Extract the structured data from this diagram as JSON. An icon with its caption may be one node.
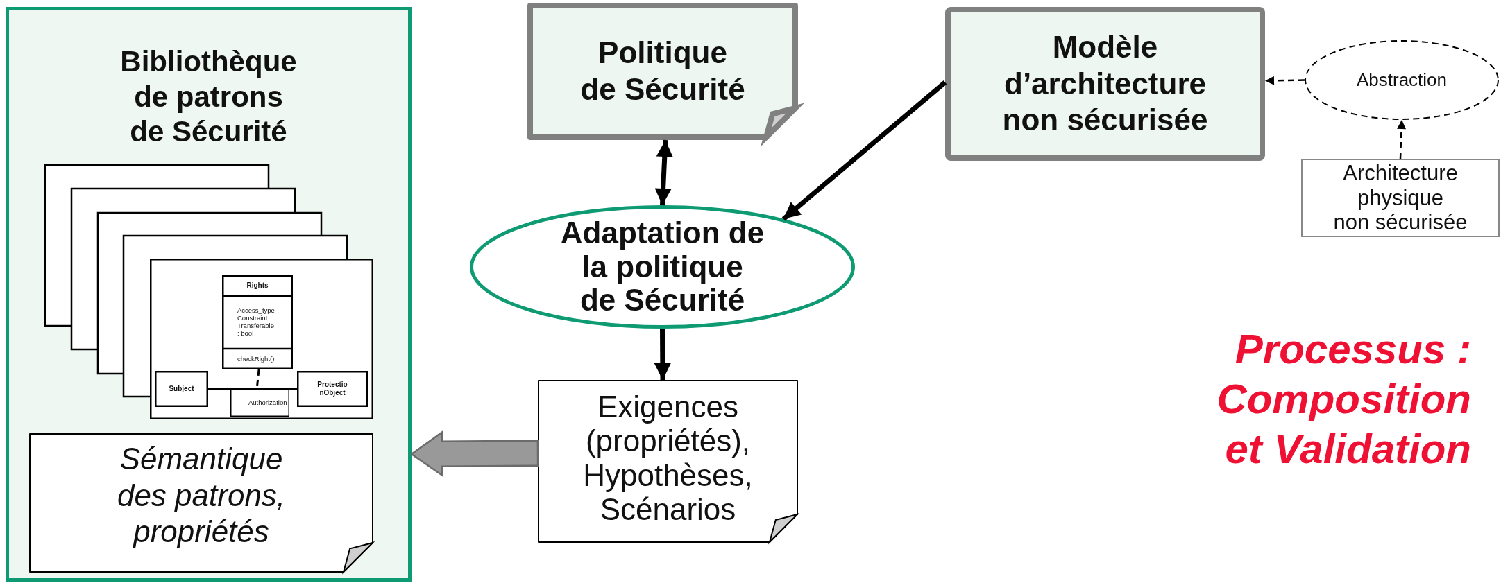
{
  "diagram": {
    "nodes": [
      {
        "text": [
          "Bibliothèque de patrons de Sécurité"
        ]
      },
      {
        "text": [],
        "shape": "box",
        "in": 0
      },
      {
        "text": [
          "Rights",
          "Access_type Constraint Transferable : bool",
          "checkRight()"
        ],
        "in": 1
      },
      {
        "text": [
          "Subject"
        ],
        "in": 1
      },
      {
        "text": [
          "ProtectionObject"
        ],
        "in": 1
      },
      {
        "text": [
          "Authorization"
        ],
        "in": 1
      },
      {
        "text": [
          "Sémantique des patrons, propriétés"
        ],
        "in": 0
      },
      {
        "text": [
          "Politique de Sécurité"
        ]
      },
      {
        "text": [
          "Modèle d’architecture non sécurisée"
        ]
      },
      {
        "text": [
          "Adaptation de la politique de Sécurité"
        ]
      },
      {
        "text": [
          "Exigences (propriétés), Hypothèses, Scénarios"
        ]
      },
      {
        "text": [
          "Abstraction"
        ]
      },
      {
        "text": [
          "Architecture physique non sécurisée"
        ]
      }
    ],
    "edges": [
      {
        "from": 7,
        "to": 9,
        "arrow": "both",
        "style": "thick"
      },
      {
        "from": 8,
        "to": 9,
        "arrow": "to",
        "style": "thick"
      },
      {
        "from": 9,
        "to": 10,
        "arrow": "to",
        "style": "thick"
      },
      {
        "from": 10,
        "to": 0,
        "arrow": "to",
        "style": "thick",
        "color": "#999999"
      },
      {
        "from": 11,
        "to": 8,
        "arrow": "to",
        "style": "dashed"
      },
      {
        "from": 12,
        "to": 11,
        "arrow": "to",
        "style": "dashed"
      },
      {
        "from": 3,
        "to": 4,
        "arrow": "none"
      },
      {
        "from": 2,
        "to": 5,
        "arrow": "none",
        "style": "dashed"
      }
    ],
    "labels": [
      "Processus : Composition et Validation"
    ]
  }
}
